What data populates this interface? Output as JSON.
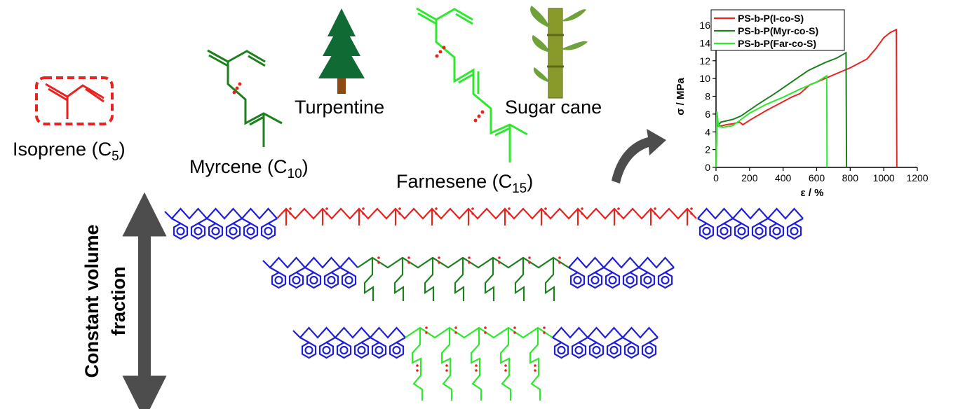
{
  "labels": {
    "isoprene": "Isoprene (C",
    "isoprene_sub": "5",
    "myrcene": "Myrcene (C",
    "myrcene_sub": "10",
    "farnesene": "Farnesene (C",
    "farnesene_sub": "15",
    "turpentine": "Turpentine",
    "sugar_cane": "Sugar cane",
    "side_line1": "Constant volume",
    "side_line2": "fraction"
  },
  "colors": {
    "isoprene": "#e8231f",
    "myrcene": "#1d7f1d",
    "farnesene": "#2ee82e",
    "styrene": "#1f1fd6",
    "tree": "#0f6a33",
    "cane": "#6fa23b",
    "arrow": "#4d4d4d"
  },
  "chart_data": {
    "type": "line",
    "xlabel": "ε / %",
    "ylabel": "σ / MPa",
    "xlim": [
      0,
      1200
    ],
    "ylim": [
      0,
      16
    ],
    "xticks": [
      "0",
      "200",
      "400",
      "600",
      "800",
      "1000",
      "1200"
    ],
    "yticks": [
      "0",
      "2",
      "4",
      "6",
      "8",
      "10",
      "12",
      "14",
      "16"
    ],
    "legend_position": "top-left",
    "series": [
      {
        "name": "PS-b-P(I-co-S)",
        "color": "#e8231f",
        "points": [
          [
            0,
            0
          ],
          [
            5,
            5.2
          ],
          [
            20,
            4.6
          ],
          [
            60,
            4.8
          ],
          [
            100,
            4.9
          ],
          [
            140,
            5.1
          ],
          [
            160,
            4.8
          ],
          [
            200,
            5.3
          ],
          [
            300,
            6.4
          ],
          [
            400,
            7.4
          ],
          [
            450,
            7.9
          ],
          [
            500,
            8.3
          ],
          [
            560,
            9.3
          ],
          [
            600,
            9.6
          ],
          [
            700,
            10.4
          ],
          [
            800,
            11.2
          ],
          [
            900,
            12.2
          ],
          [
            950,
            13.3
          ],
          [
            1000,
            14.6
          ],
          [
            1040,
            15.2
          ],
          [
            1075,
            15.5
          ],
          [
            1078,
            0
          ]
        ]
      },
      {
        "name": "PS-b-P(Myr-co-S)",
        "color": "#1d7f1d",
        "points": [
          [
            0,
            0
          ],
          [
            5,
            4.6
          ],
          [
            30,
            5.1
          ],
          [
            100,
            5.4
          ],
          [
            150,
            5.8
          ],
          [
            250,
            7.1
          ],
          [
            350,
            8.3
          ],
          [
            450,
            9.6
          ],
          [
            550,
            10.9
          ],
          [
            650,
            11.8
          ],
          [
            720,
            12.3
          ],
          [
            775,
            12.9
          ],
          [
            778,
            0
          ]
        ]
      },
      {
        "name": "PS-b-P(Far-co-S)",
        "color": "#2ee82e",
        "points": [
          [
            0,
            0
          ],
          [
            5,
            6.3
          ],
          [
            15,
            4.6
          ],
          [
            40,
            4.5
          ],
          [
            100,
            4.7
          ],
          [
            200,
            6.1
          ],
          [
            300,
            7.1
          ],
          [
            400,
            7.9
          ],
          [
            500,
            8.8
          ],
          [
            600,
            9.6
          ],
          [
            660,
            10.3
          ],
          [
            662,
            0
          ]
        ]
      }
    ]
  }
}
